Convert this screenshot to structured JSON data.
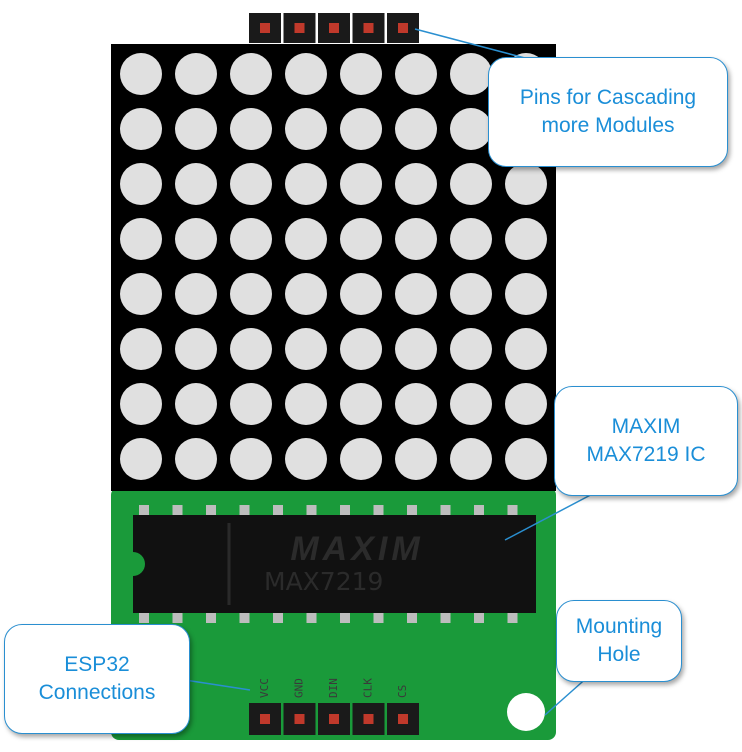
{
  "callouts": {
    "cascade": "Pins for Cascading\nmore Modules",
    "ic": "MAXIM\nMAX7219 IC",
    "mount": "Mounting\nHole",
    "esp32": "ESP32\nConnections"
  },
  "chip": {
    "logo": "MAXIM",
    "model": "MAX7219"
  },
  "pins": [
    "VCC",
    "GND",
    "DIN",
    "CLK",
    "CS"
  ],
  "matrix": {
    "rows": 8,
    "cols": 8
  },
  "colors": {
    "matrix_bg": "#000000",
    "led": "#e0e0e0",
    "pcb": "#1a9a3a",
    "chip": "#111111",
    "accent": "#1a8ed8"
  }
}
